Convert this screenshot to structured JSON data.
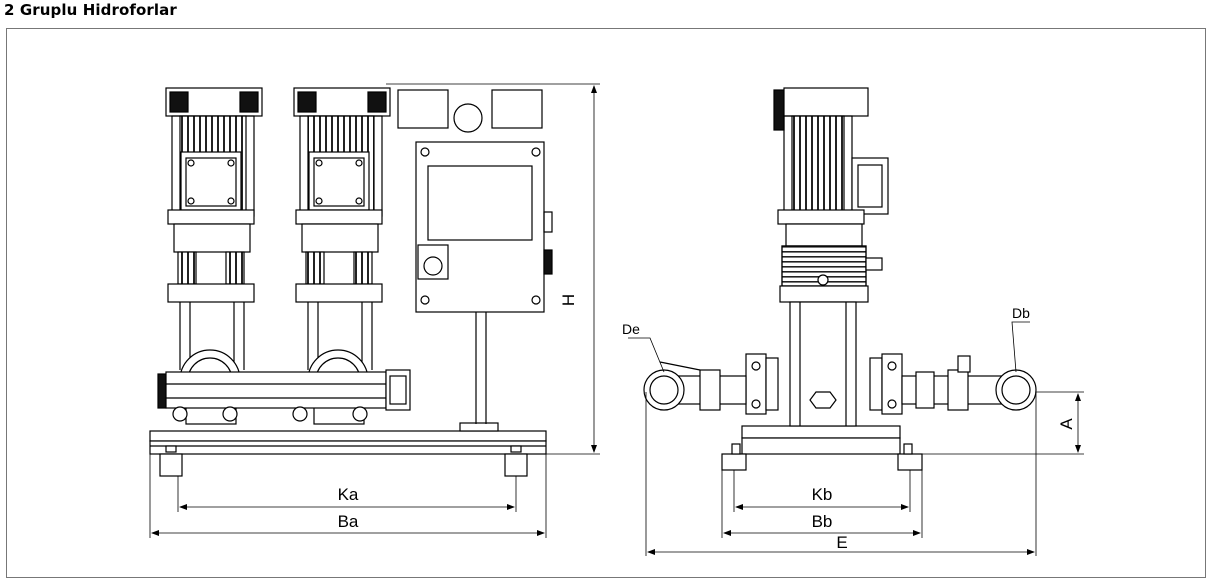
{
  "title": "2 Gruplu Hidroforlar",
  "front_view": {
    "dim_ka": "Ka",
    "dim_ba": "Ba",
    "dim_h": "H"
  },
  "side_view": {
    "dim_kb": "Kb",
    "dim_bb": "Bb",
    "dim_e": "E",
    "dim_a": "A",
    "label_de": "De",
    "label_db": "Db"
  }
}
